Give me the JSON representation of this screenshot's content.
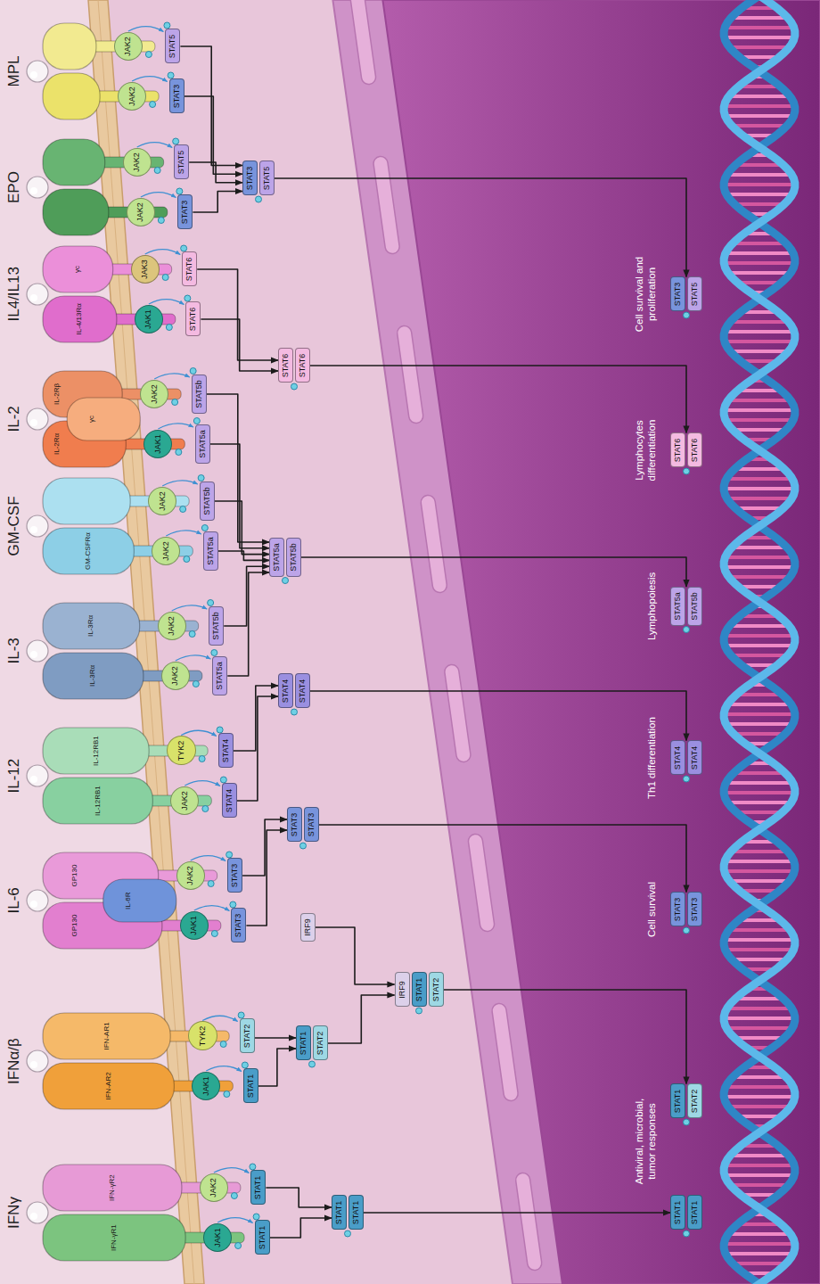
{
  "diagram": {
    "nodes": [
      {
        "text": [
          "JAK1"
        ]
      },
      {
        "text": [
          "STAT1"
        ]
      },
      {
        "text": [
          "JAK2"
        ]
      },
      {
        "text": [
          "STAT1"
        ]
      },
      {
        "text": [
          "JAK1"
        ]
      },
      {
        "text": [
          "STAT1"
        ]
      },
      {
        "text": [
          "TYK2"
        ]
      },
      {
        "text": [
          "STAT2"
        ]
      },
      {
        "text": [
          "JAK1"
        ]
      },
      {
        "text": [
          "STAT3"
        ]
      },
      {
        "text": [
          "JAK2"
        ]
      },
      {
        "text": [
          "STAT3"
        ]
      },
      {
        "text": [
          "JAK2"
        ]
      },
      {
        "text": [
          "STAT4"
        ]
      },
      {
        "text": [
          "TYK2"
        ]
      },
      {
        "text": [
          "STAT4"
        ]
      },
      {
        "text": [
          "JAK2"
        ]
      },
      {
        "text": [
          "STAT5a"
        ]
      },
      {
        "text": [
          "JAK2"
        ]
      },
      {
        "text": [
          "STAT5b"
        ]
      },
      {
        "text": [
          "JAK2"
        ]
      },
      {
        "text": [
          "STAT5a"
        ]
      },
      {
        "text": [
          "JAK2"
        ]
      },
      {
        "text": [
          "STAT5b"
        ]
      },
      {
        "text": [
          "JAK1"
        ]
      },
      {
        "text": [
          "STAT5a"
        ]
      },
      {
        "text": [
          "JAK2"
        ]
      },
      {
        "text": [
          "STAT5b"
        ]
      },
      {
        "text": [
          "JAK1"
        ]
      },
      {
        "text": [
          "STAT6"
        ]
      },
      {
        "text": [
          "JAK3"
        ]
      },
      {
        "text": [
          "STAT6"
        ]
      },
      {
        "text": [
          "JAK2"
        ]
      },
      {
        "text": [
          "STAT3"
        ]
      },
      {
        "text": [
          "JAK2"
        ]
      },
      {
        "text": [
          "STAT5"
        ]
      },
      {
        "text": [
          "JAK2"
        ]
      },
      {
        "text": [
          "STAT3"
        ]
      },
      {
        "text": [
          "JAK2"
        ]
      },
      {
        "text": [
          "STAT5"
        ]
      },
      {
        "text": [
          "STAT1",
          "STAT1"
        ]
      },
      {
        "text": [
          "STAT1",
          "STAT2"
        ]
      },
      {
        "text": [
          "IRF9"
        ]
      },
      {
        "text": [
          "IRF9",
          "STAT1",
          "STAT2"
        ]
      },
      {
        "text": [
          "STAT3",
          "STAT3"
        ]
      },
      {
        "text": [
          "STAT4",
          "STAT4"
        ]
      },
      {
        "text": [
          "STAT5a",
          "STAT5b"
        ]
      },
      {
        "text": [
          "STAT6",
          "STAT6"
        ]
      },
      {
        "text": [
          "STAT3",
          "STAT5"
        ]
      },
      {
        "text": [
          "STAT1",
          "STAT1"
        ]
      },
      {
        "text": [
          "STAT1",
          "STAT2"
        ]
      },
      {
        "text": [
          "STAT3",
          "STAT3"
        ]
      },
      {
        "text": [
          "STAT4",
          "STAT4"
        ]
      },
      {
        "text": [
          "STAT5a",
          "STAT5b"
        ]
      },
      {
        "text": [
          "STAT6",
          "STAT6"
        ]
      },
      {
        "text": [
          "STAT3",
          "STAT5"
        ]
      }
    ],
    "edges": [
      {
        "from": 1,
        "to": 40,
        "arrow": "to"
      },
      {
        "from": 3,
        "to": 40,
        "arrow": "to"
      },
      {
        "from": 5,
        "to": 41,
        "arrow": "to"
      },
      {
        "from": 7,
        "to": 41,
        "arrow": "to"
      },
      {
        "from": 41,
        "to": 43,
        "arrow": "to"
      },
      {
        "from": 42,
        "to": 43,
        "arrow": "to"
      },
      {
        "from": 9,
        "to": 44,
        "arrow": "to"
      },
      {
        "from": 11,
        "to": 44,
        "arrow": "to"
      },
      {
        "from": 13,
        "to": 45,
        "arrow": "to"
      },
      {
        "from": 15,
        "to": 45,
        "arrow": "to"
      },
      {
        "from": 17,
        "to": 46,
        "arrow": "to"
      },
      {
        "from": 19,
        "to": 46,
        "arrow": "to"
      },
      {
        "from": 21,
        "to": 46,
        "arrow": "to"
      },
      {
        "from": 23,
        "to": 46,
        "arrow": "to"
      },
      {
        "from": 25,
        "to": 46,
        "arrow": "to"
      },
      {
        "from": 27,
        "to": 46,
        "arrow": "to"
      },
      {
        "from": 29,
        "to": 47,
        "arrow": "to"
      },
      {
        "from": 31,
        "to": 47,
        "arrow": "to"
      },
      {
        "from": 33,
        "to": 48,
        "arrow": "to"
      },
      {
        "from": 35,
        "to": 48,
        "arrow": "to"
      },
      {
        "from": 37,
        "to": 48,
        "arrow": "to"
      },
      {
        "from": 39,
        "to": 48,
        "arrow": "to"
      },
      {
        "from": 40,
        "to": 49,
        "arrow": "to"
      },
      {
        "from": 43,
        "to": 50,
        "arrow": "to"
      },
      {
        "from": 44,
        "to": 51,
        "arrow": "to"
      },
      {
        "from": 45,
        "to": 52,
        "arrow": "to"
      },
      {
        "from": 46,
        "to": 53,
        "arrow": "to"
      },
      {
        "from": 47,
        "to": 54,
        "arrow": "to"
      },
      {
        "from": 48,
        "to": 55,
        "arrow": "to"
      }
    ],
    "labels": [
      "IFNγ",
      "IFN-γR1",
      "IFN-γR2",
      "IFNα/β",
      "IFN-AR2",
      "IFN-AR1",
      "IL-6",
      "GP130",
      "IL-6R",
      "GP130",
      "IL-12",
      "IL-12RB1",
      "IL-12RB1",
      "IL-3",
      "IL-3Rα",
      "IL-3Rα",
      "GM-CSF",
      "GM-CSFRα",
      "IL-2",
      "IL-2Rα",
      "γc",
      "IL-2Rβ",
      "IL4/IL13",
      "IL-4/13Rα",
      "γc",
      "EPO",
      "MPL",
      "Antiviral, microbial, tumor responses",
      "Cell survival",
      "Th1 differentiation",
      "Lymphopoiesis",
      "Lymphocytes differentiation",
      "Cell survival and proliferation"
    ]
  }
}
